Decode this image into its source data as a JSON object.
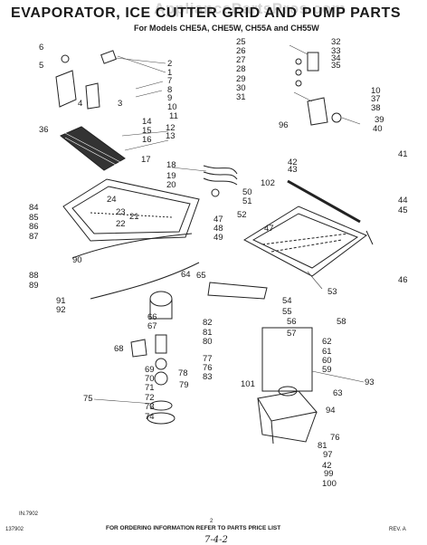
{
  "header": {
    "title": "EVAPORATOR, ICE CUTTER GRID AND PUMP PARTS",
    "subtitle": "For Models CHE5A, CHE5W, CH55A and CH55W",
    "watermark": "AppliancePartsPros.com"
  },
  "figure_code": "IN.7902",
  "footer": {
    "left_code": "137902",
    "page_num": "2",
    "ordering_note": "FOR ORDERING INFORMATION REFER TO PARTS PRICE LIST",
    "rev": "REV. A",
    "page_mark": "7-4-2"
  },
  "callouts": [
    "1",
    "2",
    "3",
    "4",
    "5",
    "6",
    "7",
    "8",
    "9",
    "10",
    "11",
    "12",
    "13",
    "14",
    "15",
    "16",
    "17",
    "18",
    "19",
    "20",
    "21",
    "22",
    "23",
    "24",
    "25",
    "26",
    "27",
    "28",
    "29",
    "30",
    "31",
    "32",
    "33",
    "34",
    "35",
    "36",
    "37",
    "38",
    "39",
    "40",
    "41",
    "42",
    "43",
    "44",
    "45",
    "46",
    "47",
    "48",
    "49",
    "50",
    "51",
    "52",
    "53",
    "54",
    "55",
    "56",
    "57",
    "58",
    "59",
    "60",
    "61",
    "62",
    "63",
    "64",
    "65",
    "66",
    "67",
    "68",
    "69",
    "70",
    "71",
    "72",
    "73",
    "74",
    "75",
    "76",
    "77",
    "78",
    "79",
    "80",
    "81",
    "82",
    "83",
    "84",
    "85",
    "86",
    "87",
    "88",
    "89",
    "90",
    "91",
    "92",
    "93",
    "94",
    "96",
    "97",
    "99",
    "100",
    "101",
    "102"
  ]
}
